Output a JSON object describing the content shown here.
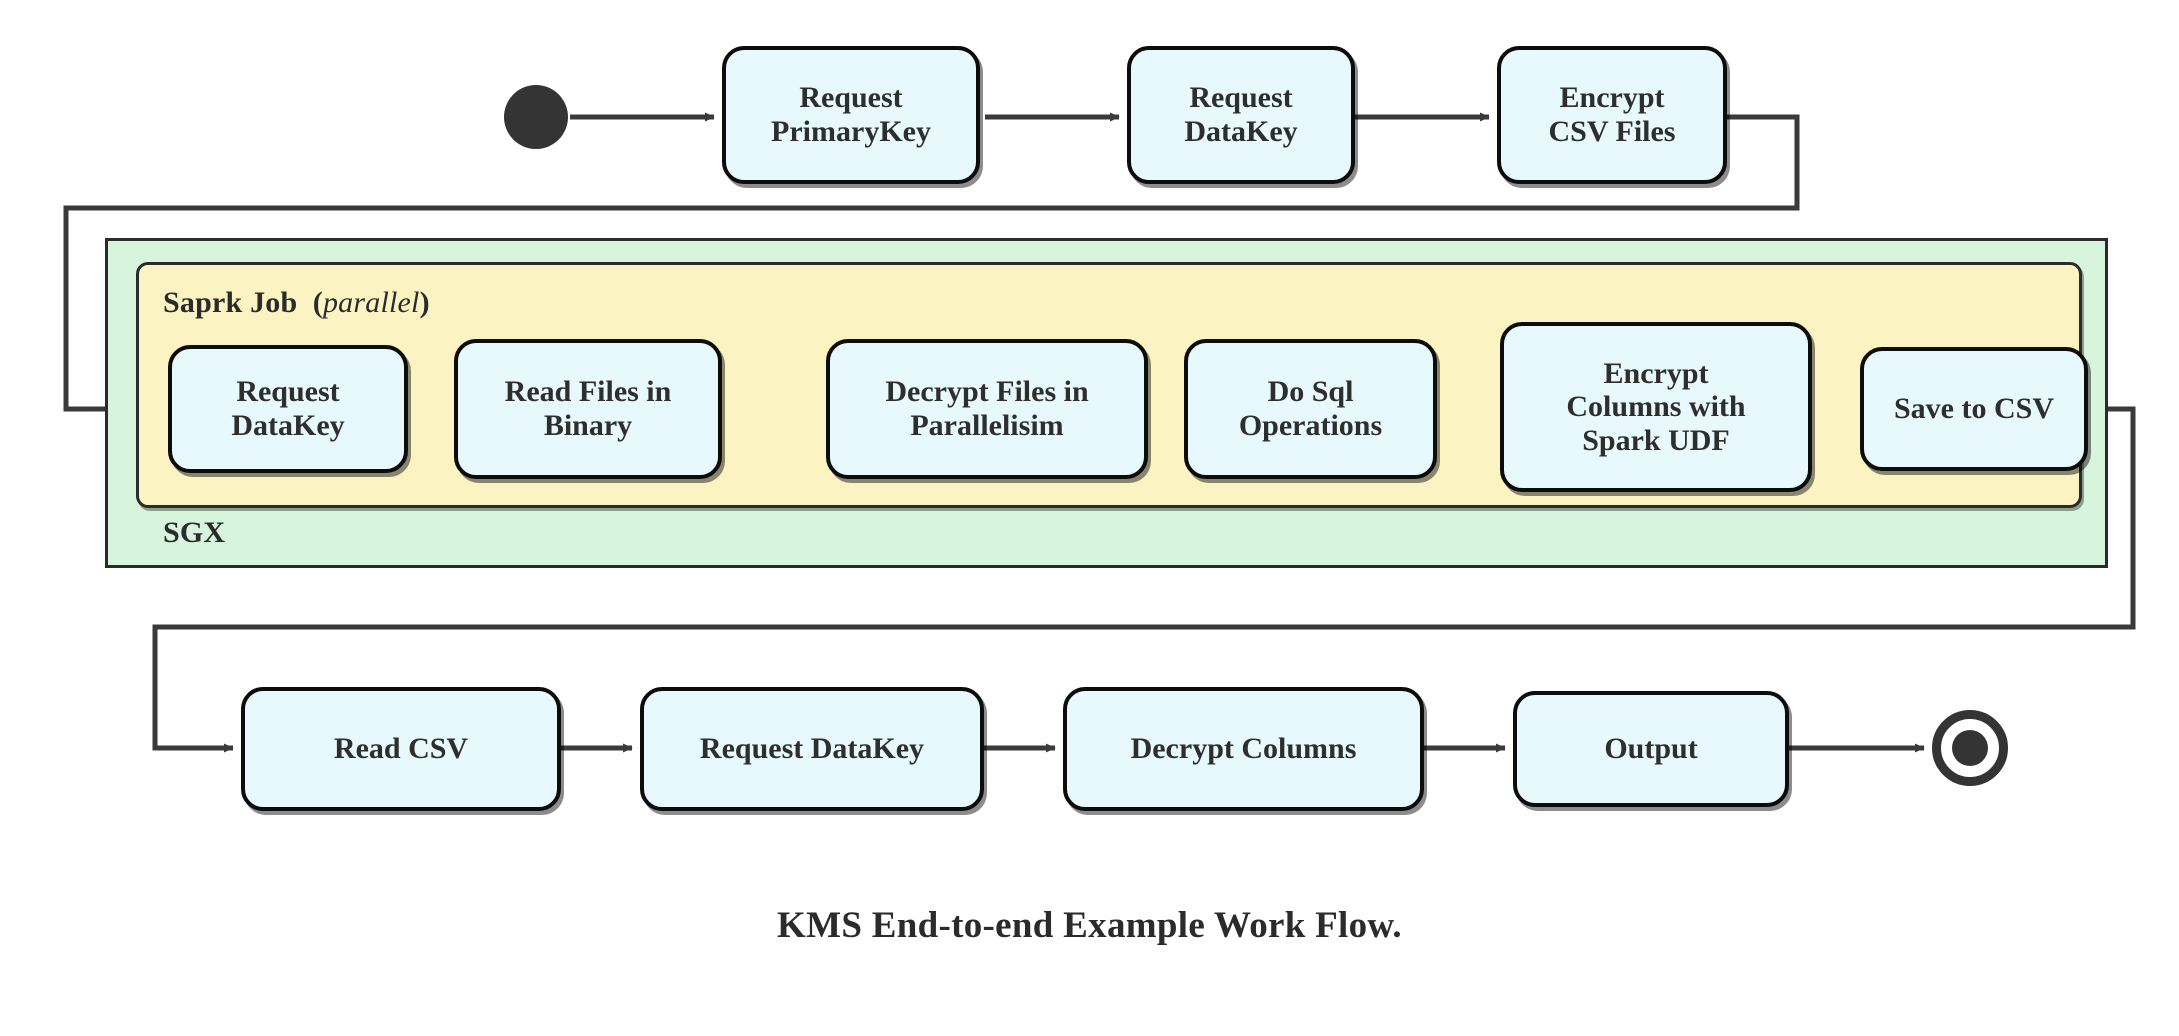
{
  "diagram": {
    "caption": "KMS End-to-end Example Work Flow.",
    "colors": {
      "node_fill": "#e7f9fc",
      "node_stroke": "#0c0c0c",
      "sgx_fill": "#d6f5dc",
      "spark_fill": "#fcf3c2",
      "edge_stroke": "#3a3a3a",
      "terminal_fill": "#343434",
      "background": "#ffffff"
    },
    "containers": [
      {
        "id": "sgx",
        "label": "SGX",
        "label_position": "bottom-left"
      },
      {
        "id": "spark",
        "label": "Saprk Job",
        "modifier": "(parallel)",
        "modifier_open": "(",
        "modifier_word": "parallel",
        "modifier_close": ")",
        "label_position": "top-left"
      }
    ],
    "terminals": {
      "start": "initial-node",
      "end": "final-node"
    },
    "rows": {
      "top": [
        {
          "id": "request-primarykey",
          "text": "Request\nPrimaryKey"
        },
        {
          "id": "request-datakey-top",
          "text": "Request\nDataKey"
        },
        {
          "id": "encrypt-csv-files",
          "text": "Encrypt\nCSV Files"
        }
      ],
      "spark": [
        {
          "id": "request-datakey-spark",
          "text": "Request\nDataKey"
        },
        {
          "id": "read-files-in-binary",
          "text": "Read Files in\nBinary"
        },
        {
          "id": "decrypt-files-in-parallelisim",
          "text": "Decrypt Files in\nParallelisim"
        },
        {
          "id": "do-sql-operations",
          "text": "Do Sql\nOperations"
        },
        {
          "id": "encrypt-columns-with-spark-udf",
          "text": "Encrypt\nColumns with\nSpark UDF"
        },
        {
          "id": "save-to-csv",
          "text": "Save to CSV"
        }
      ],
      "bottom": [
        {
          "id": "read-csv",
          "text": "Read CSV"
        },
        {
          "id": "request-datakey-bottom",
          "text": "Request DataKey"
        },
        {
          "id": "decrypt-columns",
          "text": "Decrypt Columns"
        },
        {
          "id": "output",
          "text": "Output"
        }
      ]
    }
  }
}
